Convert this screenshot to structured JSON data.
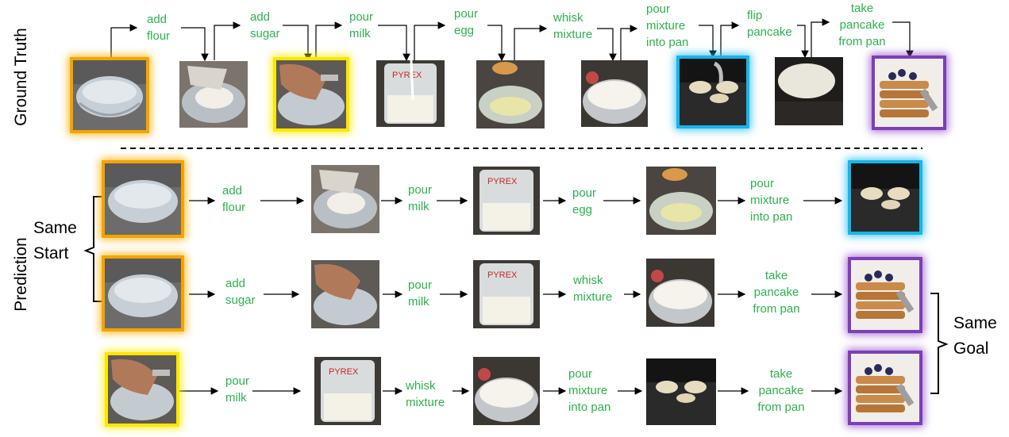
{
  "side_labels": {
    "ground_truth": "Ground Truth",
    "prediction": "Prediction",
    "same_start": "Same\nStart",
    "same_goal": "Same\nGoal"
  },
  "ground_truth_actions": [
    "add\nflour",
    "add\nsugar",
    "pour\nmilk",
    "pour\negg",
    "whisk\nmixture",
    "pour\nmixture\ninto pan",
    "flip\npancake",
    "take\npancake\nfrom pan"
  ],
  "prediction_rows": [
    {
      "actions": [
        "add\nflour",
        "pour\nmilk",
        "pour\negg",
        "pour\nmixture\ninto pan"
      ]
    },
    {
      "actions": [
        "add\nsugar",
        "pour\nmilk",
        "whisk\nmixture",
        "take\npancake\nfrom pan"
      ]
    },
    {
      "actions": [
        "pour\nmilk",
        "whisk\nmixture",
        "pour\nmixture\ninto pan",
        "take\npancake\nfrom pan"
      ]
    }
  ],
  "colors": {
    "label_green": "#2bb24c",
    "start_highlight": "#f5a300",
    "subgoal_highlight": "#ffe600",
    "intermediate_highlight": "#19b4ea",
    "goal_highlight": "#7b3fb8"
  }
}
